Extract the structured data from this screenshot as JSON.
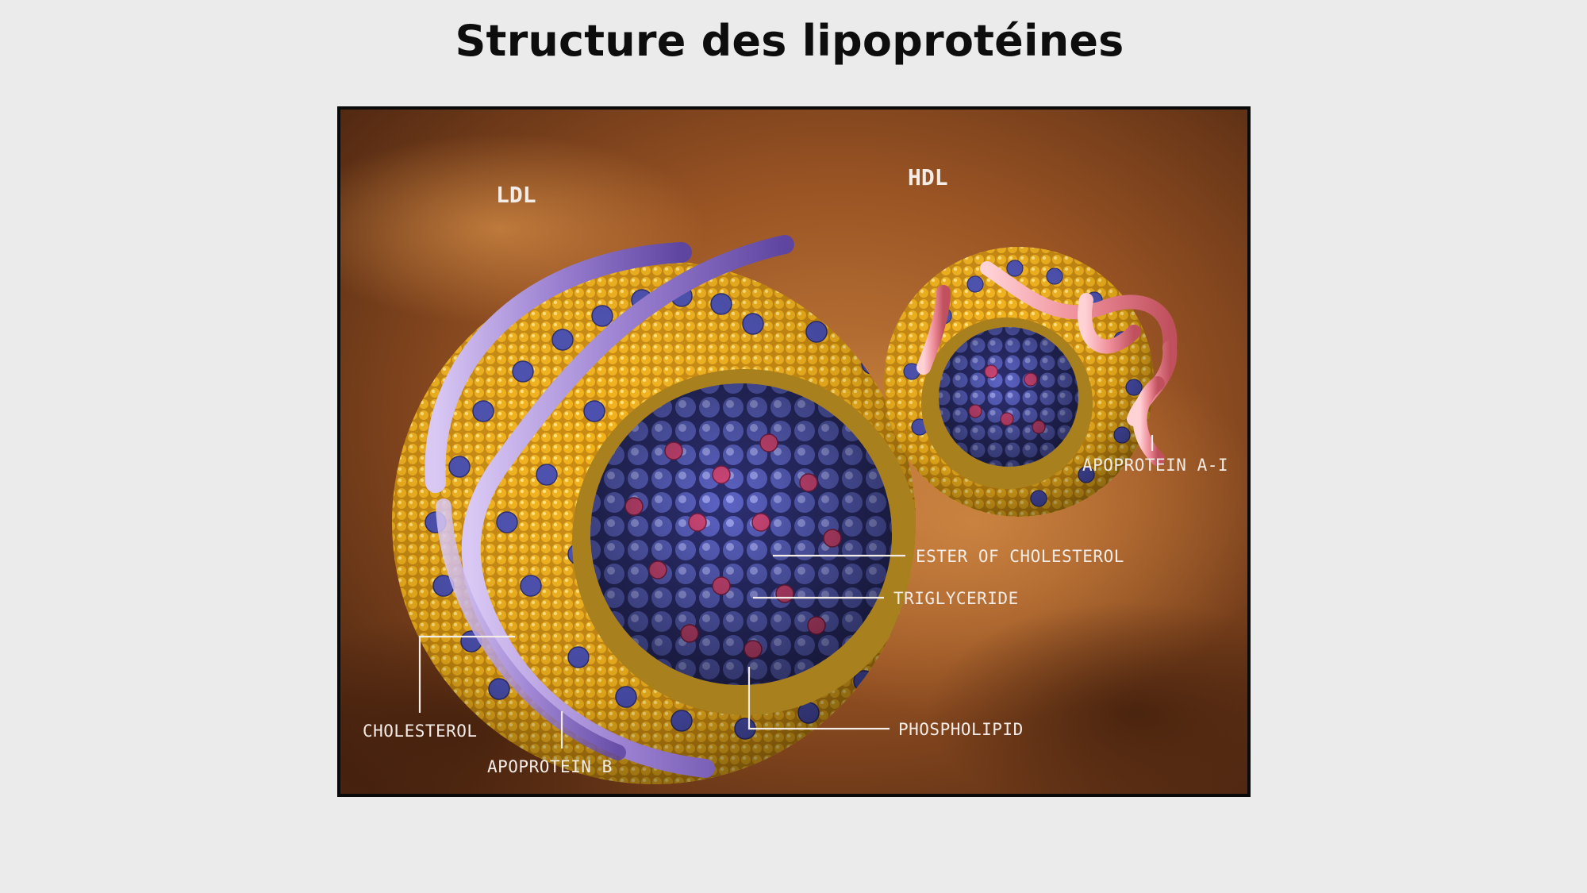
{
  "slide": {
    "title": "Structure des lipoprotéines"
  },
  "figure": {
    "particles": {
      "ldl": "LDL",
      "hdl": "HDL"
    },
    "labels": {
      "apoprotein_a1": "APOPROTEIN A-I",
      "ester_of_cholesterol": "ESTER OF CHOLESTEROL",
      "triglyceride": "TRIGLYCERIDE",
      "cholesterol": "CHOLESTEROL",
      "phospholipid": "PHOSPHOLIPID",
      "apoprotein_b": "APOPROTEIN B"
    },
    "colors": {
      "background": "#7a3f1a",
      "phospholipid_yellow": "#f2b21c",
      "cholesterol_ester_blue": "#5c63c4",
      "triglyceride_pink": "#d2487a",
      "apoprotein_b_purple": "#9a7fd0",
      "apoprotein_a1_pink": "#ef8f9a"
    }
  }
}
